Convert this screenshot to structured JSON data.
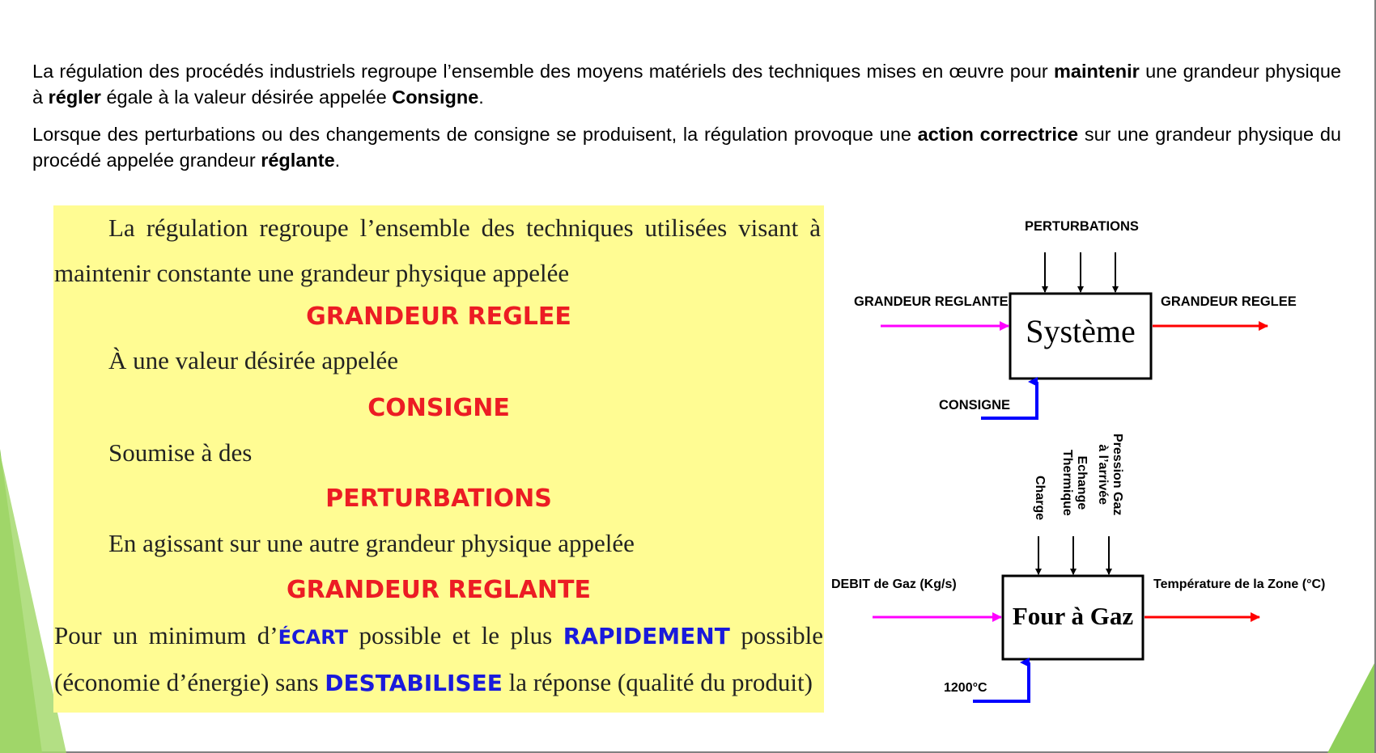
{
  "intro": {
    "p1": {
      "t1": "La régulation des procédés industriels regroupe l’ensemble des moyens matériels des techniques mises en œuvre pour ",
      "b1": "maintenir",
      "t2": " une grandeur physique à ",
      "b2": "régler",
      "t3": " égale à la valeur désirée appelée ",
      "b3": "Consigne",
      "t4": "."
    },
    "p2": {
      "t1": "Lorsque des perturbations ou des changements de consigne se produisent, la régulation provoque une ",
      "b1": "action correctrice",
      "t2": " sur une grandeur physique du procédé appelée grandeur ",
      "b2": "réglante",
      "t3": "."
    }
  },
  "definition_box": {
    "line1": "La régulation regroupe l’ensemble des techniques utilisées visant à",
    "line2": "maintenir constante une grandeur physique appelée",
    "term1": "GRANDEUR REGLEE",
    "line3": "À une valeur désirée appelée",
    "term2": "CONSIGNE",
    "line4": "Soumise à des",
    "term3": "PERTURBATIONS",
    "line5": "En agissant sur une autre grandeur physique appelée",
    "term4": "GRANDEUR REGLANTE",
    "line6_a": "Pour un minimum d’",
    "line6_ecart": "ÉCART",
    "line6_b": " possible et le plus ",
    "line6_rapid": "RAPIDEMENT",
    "line6_c": " possible",
    "line7_a": "(économie d’énergie) sans ",
    "line7_dest": "DESTABILISEE",
    "line7_b": " la réponse (qualité du produit)"
  },
  "diagram_generic": {
    "perturbations": "PERTURBATIONS",
    "input": "GRANDEUR REGLANTE",
    "output": "GRANDEUR REGLEE",
    "box": "Système",
    "setpoint": "CONSIGNE"
  },
  "diagram_furnace": {
    "disturbances": [
      "Charge",
      "Echange\nThermique",
      "Pression Gaz\nà l’arrivée"
    ],
    "input": "DEBIT de Gaz  (Kg/s)",
    "output": "Température de la Zone (°C)",
    "box": "Four à Gaz",
    "setpoint": "1200°C"
  },
  "colors": {
    "input_arrow": "#ff00ff",
    "output_arrow": "#ff0000",
    "setpoint_arrow": "#0000ff",
    "term_red": "#ec1c24",
    "term_blue": "#1a1adb",
    "highlight": "#fffc93",
    "decoration_green": "#8fcf5a"
  }
}
